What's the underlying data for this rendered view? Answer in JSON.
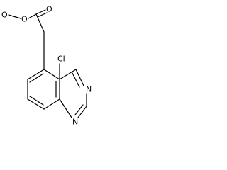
{
  "molecule": {
    "atoms": {
      "methyl": "O",
      "ester_oxygen": "O",
      "carbonyl_oxygen": "O",
      "chlorine": "Cl",
      "nitrogen_3": "N",
      "nitrogen_1": "N"
    },
    "colors": {
      "bond": "#000000",
      "label": "#000000",
      "background": "#ffffff"
    }
  }
}
